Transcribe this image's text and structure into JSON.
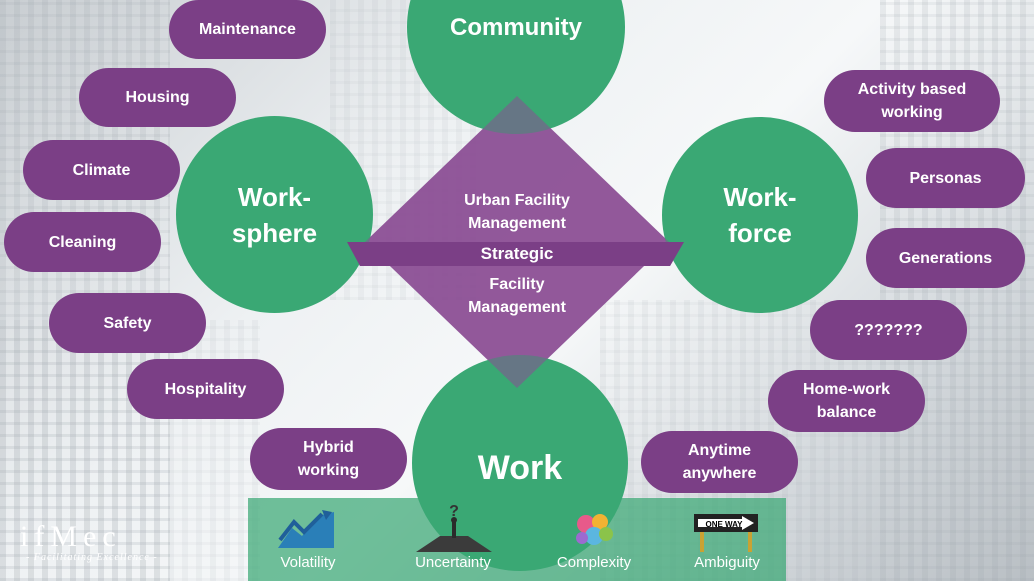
{
  "colors": {
    "pill": "#7b3f86",
    "circle": "#3aa874",
    "diamond": "#8b4d94",
    "band": "#7b3f86"
  },
  "circles": {
    "community": "Community",
    "worksphere": "Work-\nsphere",
    "workforce": "Work-\nforce",
    "work": "Work"
  },
  "diamond": {
    "top": "Urban Facility\nManagement",
    "band": "Strategic",
    "bottom": "Facility\nManagement"
  },
  "left_pills": {
    "maintenance": "Maintenance",
    "housing": "Housing",
    "climate": "Climate",
    "cleaning": "Cleaning",
    "safety": "Safety",
    "hospitality": "Hospitality",
    "hybrid": "Hybrid\nworking"
  },
  "right_pills": {
    "activity": "Activity based\nworking",
    "personas": "Personas",
    "generations": "Generations",
    "unknown": "???????",
    "homework": "Home-work\nbalance",
    "anytime": "Anytime\nanywhere"
  },
  "vuca": {
    "volatility": "Volatility",
    "uncertainty": "Uncertainty",
    "complexity": "Complexity",
    "ambiguity": "Ambiguity",
    "sign": "ONE WAY"
  },
  "logo": {
    "mark": "ifMec",
    "tagline": "- Facilitating Excellence -"
  },
  "icons": [
    "chart-arrow-icon",
    "question-mark-figure-icon",
    "brain-gears-icon",
    "one-way-sign-icon"
  ]
}
